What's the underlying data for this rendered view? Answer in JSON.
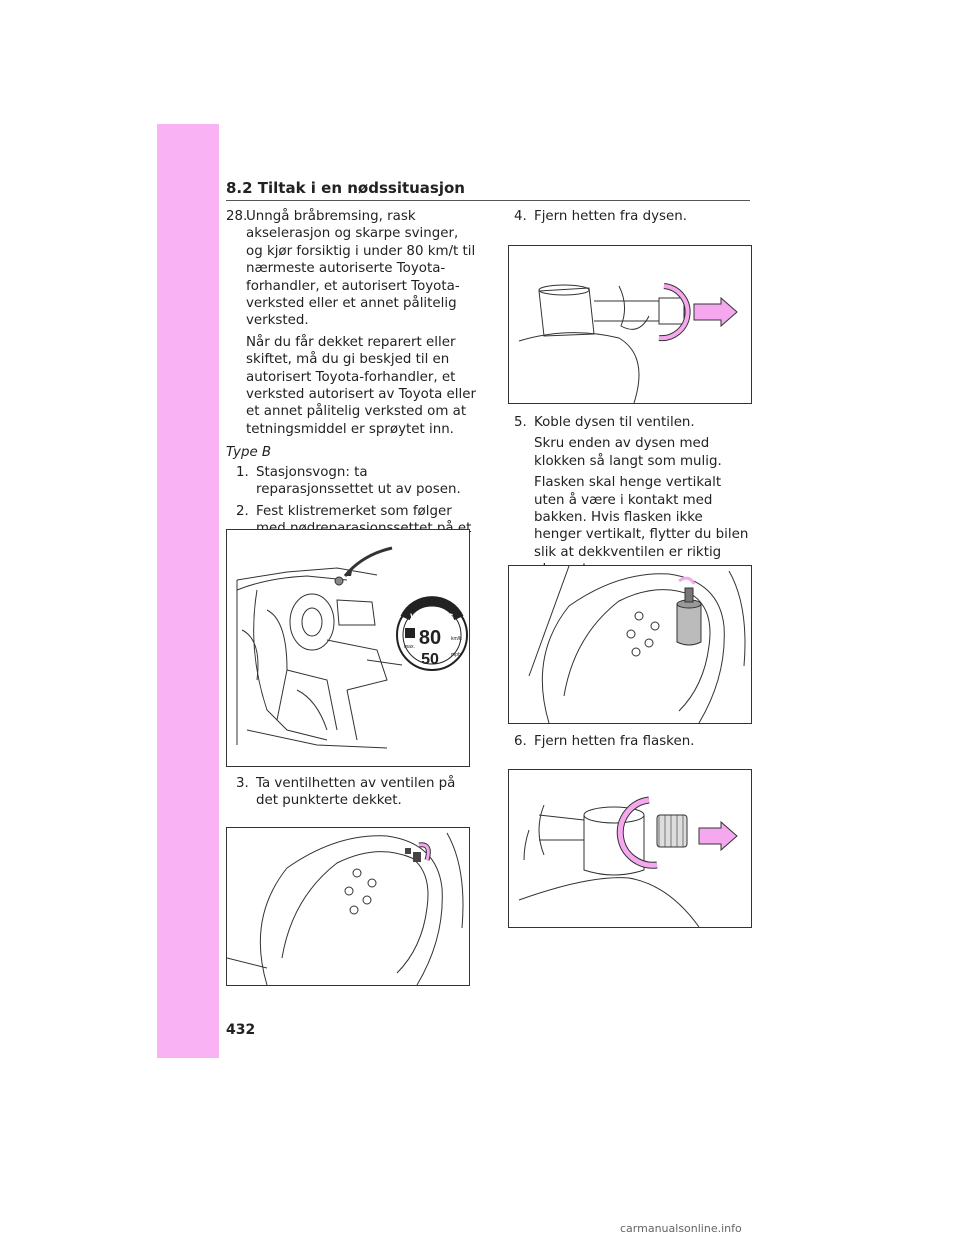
{
  "header": {
    "section": "8.2  Tiltak i en nødssituasjon"
  },
  "left": {
    "item28": {
      "num": "28.",
      "text": "Unngå bråbremsing, rask akselerasjon og skarpe svinger, og kjør forsiktig i under 80 km/t til nærmeste autoriserte Toyota-forhandler, et autorisert Toyota-verksted eller et annet pålitelig verksted."
    },
    "item28_note": "Når du får dekket reparert eller skiftet, må du gi beskjed til en autorisert Toyota-forhandler, et verksted autorisert av Toyota eller et annet pålitelig verksted om at tetningsmiddel er sprøytet inn.",
    "type_label": "Type B",
    "item1": {
      "num": "1.",
      "text": "Stasjonsvogn: ta reparasjonssettet ut av posen."
    },
    "item2": {
      "num": "2.",
      "text": "Fest klistremerket som følger med nødreparasjonssettet på et sted som er lett synlig fra førersetet."
    },
    "item3": {
      "num": "3.",
      "text": "Ta ventilhetten av ventilen på det punkterte dekket."
    }
  },
  "right": {
    "item4": {
      "num": "4.",
      "text": "Fjern hetten fra dysen."
    },
    "item5": {
      "num": "5.",
      "text": "Koble dysen til ventilen."
    },
    "item5_note1": "Skru enden av dysen med klokken så langt som mulig.",
    "item5_note2": "Flasken skal henge vertikalt uten å være i kontakt med bakken. Hvis flasken ikke henger vertikalt, flytter du bilen slik at dekkventilen er riktig plassert.",
    "item6": {
      "num": "6.",
      "text": "Fjern hetten fra flasken."
    }
  },
  "sticker": {
    "title": "WARNING",
    "speed1": "80",
    "speed2": "50",
    "unit1": "km/h",
    "unit2": "mph",
    "max": "max."
  },
  "page_number": "432",
  "footer": "carmanualsonline.info",
  "colors": {
    "accent": "#f9b3f5",
    "arrow": "#f5a8ee"
  }
}
